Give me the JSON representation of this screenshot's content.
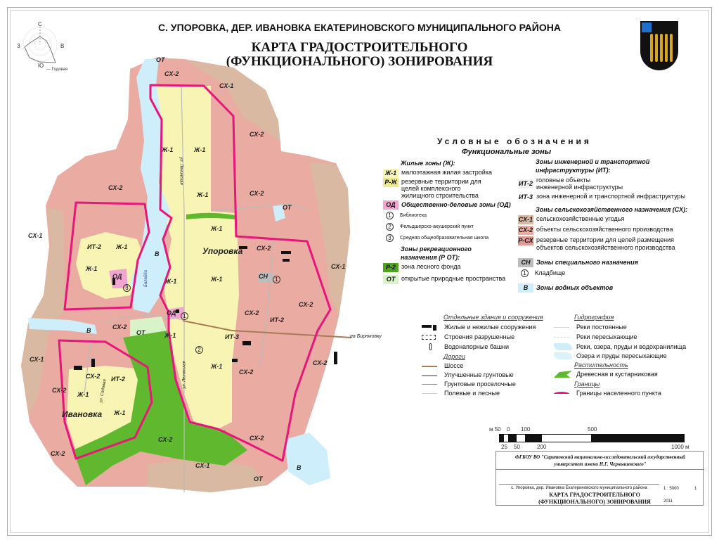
{
  "header": {
    "title_line1": "С. УПОРОВКА, ДЕР. ИВАНОВКА ЕКАТЕРИНОВСКОГО МУНИЦИПАЛЬНОГО РАЙОНА",
    "title_line2": "КАРТА ГРАДОСТРОИТЕЛЬНОГО",
    "title_line3": "(ФУНКЦИОНАЛЬНОГО) ЗОНИРОВАНИЯ"
  },
  "wind_rose": {
    "n": "С",
    "s": "Ю",
    "w": "З",
    "e": "В",
    "legend": "— Годовая"
  },
  "map_labels": {
    "ot": "ОТ",
    "sx1": "СХ-1",
    "sx2": "СХ-2",
    "zh1": "Ж-1",
    "v": "В",
    "od": "ОД",
    "it2": "ИТ-2",
    "it3": "ИТ-3",
    "sn": "СН",
    "uporovka": "Упоровка",
    "ivanovka": "Ивановка",
    "river": "Балайда",
    "street_lenin": "ул. Ленинская",
    "street_lenin2": "ул. Ленинская",
    "street_sad": "ул. Садовая",
    "to_biryukovka": "на Бирюковку",
    "n1": "1",
    "n2": "2",
    "n3": "3"
  },
  "colors": {
    "sx1": "#d9b9a1",
    "sx2": "#e9aba2",
    "zh": "#f8f5b4",
    "od": "#f2a5d0",
    "water": "#cdeefa",
    "forest": "#5fb82e",
    "ot": "#d8f3c8",
    "boundary": "#e8157a",
    "sn": "#bdbdbd",
    "road": "#a87b55"
  },
  "legend": {
    "title": "Условные обозначения",
    "subtitle": "Функциональные зоны",
    "residential_heading": "Жилые зоны (Ж):",
    "zh1": {
      "code": "Ж-1",
      "text": "малоэтажная жилая застройка"
    },
    "rzh": {
      "code": "Р-Ж",
      "text": "резервные территории для целей комплексного жилищного строительства"
    },
    "od": {
      "code": "ОД",
      "text": "Общественно-деловые зоны (ОД)"
    },
    "od_items": [
      {
        "n": "1",
        "text": "Библиотека"
      },
      {
        "n": "2",
        "text": "Фельдшерско-акушерский пункт"
      },
      {
        "n": "3",
        "text": "Средняя общеобразовательная школа"
      }
    ],
    "recreation_heading": "Зоны рекреационного назначения (Р ОТ):",
    "r2": {
      "code": "Р-2",
      "text": "зона лесного фонда"
    },
    "ot": {
      "code": "ОТ",
      "text": "открытые природные пространства"
    },
    "infra_heading": "Зоны инженерной и транспортной инфраструктуры (ИТ):",
    "it2": {
      "code": "ИТ-2",
      "text": "головные объекты инженерной инфраструктуры"
    },
    "it3": {
      "code": "ИТ-3",
      "text": "зона инженерной и транспортной инфраструктуры"
    },
    "agri_heading": "Зоны сельскохозяйственного назначения (СХ):",
    "sx1": {
      "code": "СХ-1",
      "text": "сельскохозяйственные угодья"
    },
    "sx2": {
      "code": "СХ-2",
      "text": "объекты сельскохозяйственного производства"
    },
    "rsx": {
      "code": "Р-СХ",
      "text": "резервные территории для целей размещения объектов сельскохозяйственного производства"
    },
    "sn": {
      "code": "СН",
      "text": "Зоны специального назначения"
    },
    "cemetery": {
      "n": "1",
      "text": "Кладбище"
    },
    "v": {
      "code": "В",
      "text": "Зоны водных объектов"
    },
    "buildings_heading": "Отдельные здания и сооружения",
    "buildings": [
      "Жилые и нежилые сооружения",
      "Строения разрушенные",
      "Водонапорные башни"
    ],
    "roads_heading": "Дороги",
    "roads": [
      "Шоссе",
      "Улучшенные грунтовые",
      "Грунтовые проселочные",
      "Полевые и лесные"
    ],
    "hydro_heading": "Гидрография",
    "hydro": [
      "Реки постоянные",
      "Реки пересыхающие",
      "Реки, озера, пруды и водохранилища",
      "Озера и пруды пересыхающие"
    ],
    "veg_heading": "Растительность",
    "veg": "Древесная и кустарниковая",
    "borders_heading": "Границы",
    "borders": "Границы населенного пункта"
  },
  "scale": {
    "top": [
      "м 50",
      "0",
      "100",
      "500"
    ],
    "bottom": [
      "25",
      "50",
      "200",
      "1000 м"
    ]
  },
  "title_block": {
    "org": "ФГБОУ ВО \"Саратовский национально-исследовательский государственный университет имени Н.Г. Чернышевского\"",
    "place": "с. Упоровка, дер. Ивановка Екатериновского муниципального района",
    "title1": "КАРТА ГРАДОСТРОИТЕЛЬНОГО",
    "title2": "(ФУНКЦИОНАЛЬНОГО) ЗОНИРОВАНИЯ",
    "scale": "1 : 5000",
    "sheet": "1",
    "year": "2011"
  }
}
